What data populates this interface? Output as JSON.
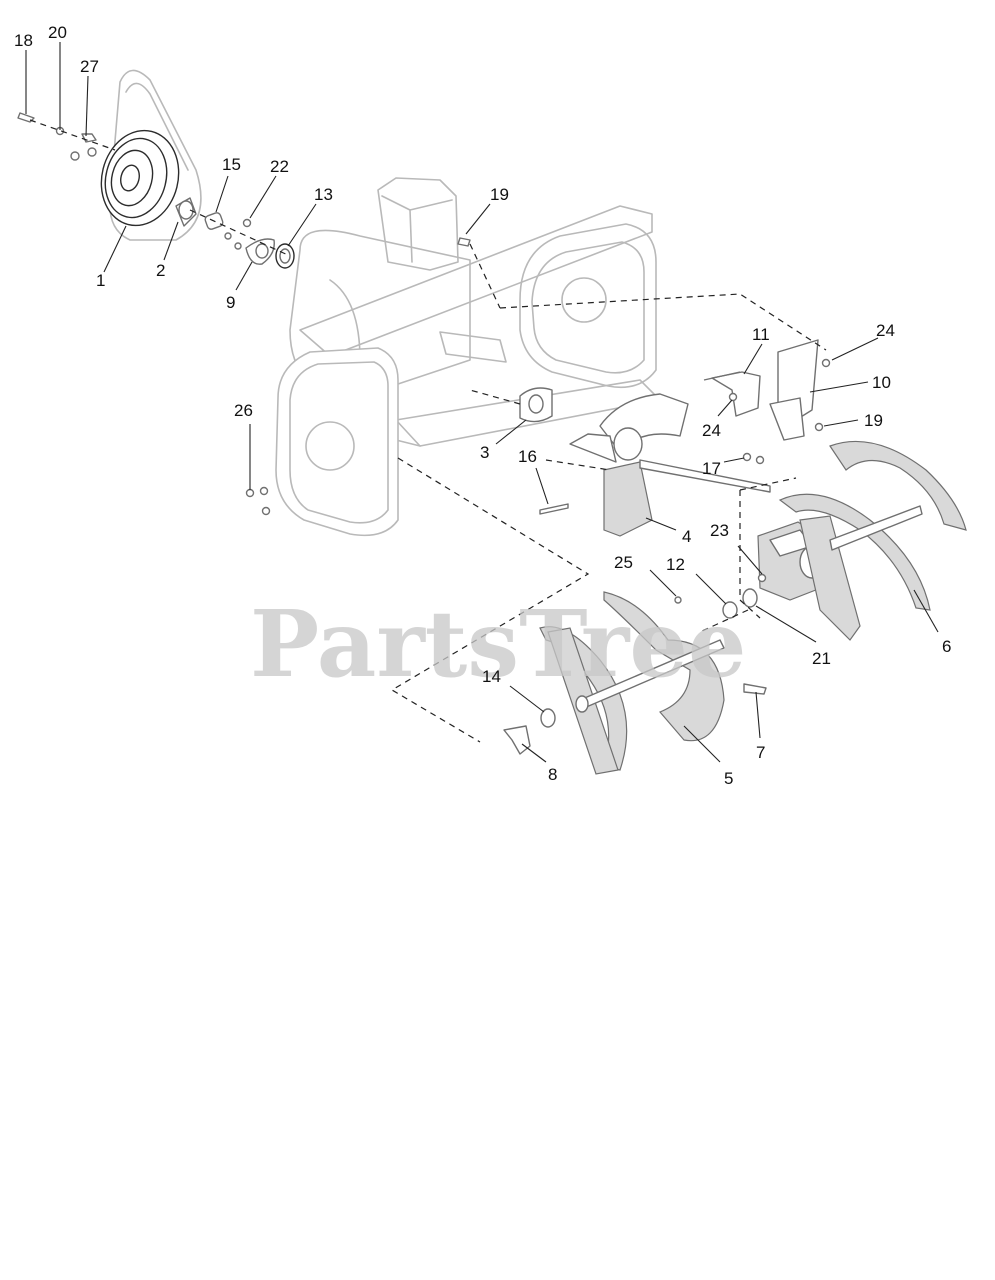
{
  "watermark": "PartsTree",
  "callouts": [
    {
      "id": "c18",
      "text": "18"
    },
    {
      "id": "c20",
      "text": "20"
    },
    {
      "id": "c27",
      "text": "27"
    },
    {
      "id": "c15",
      "text": "15"
    },
    {
      "id": "c22",
      "text": "22"
    },
    {
      "id": "c13",
      "text": "13"
    },
    {
      "id": "c19a",
      "text": "19"
    },
    {
      "id": "c1",
      "text": "1"
    },
    {
      "id": "c2",
      "text": "2"
    },
    {
      "id": "c9",
      "text": "9"
    },
    {
      "id": "c11",
      "text": "11"
    },
    {
      "id": "c24a",
      "text": "24"
    },
    {
      "id": "c10",
      "text": "10"
    },
    {
      "id": "c24b",
      "text": "24"
    },
    {
      "id": "c19b",
      "text": "19"
    },
    {
      "id": "c26",
      "text": "26"
    },
    {
      "id": "c3",
      "text": "3"
    },
    {
      "id": "c16",
      "text": "16"
    },
    {
      "id": "c17",
      "text": "17"
    },
    {
      "id": "c4",
      "text": "4"
    },
    {
      "id": "c23",
      "text": "23"
    },
    {
      "id": "c25",
      "text": "25"
    },
    {
      "id": "c12",
      "text": "12"
    },
    {
      "id": "c21",
      "text": "21"
    },
    {
      "id": "c6",
      "text": "6"
    },
    {
      "id": "c14",
      "text": "14"
    },
    {
      "id": "c7",
      "text": "7"
    },
    {
      "id": "c8",
      "text": "8"
    },
    {
      "id": "c5",
      "text": "5"
    }
  ]
}
